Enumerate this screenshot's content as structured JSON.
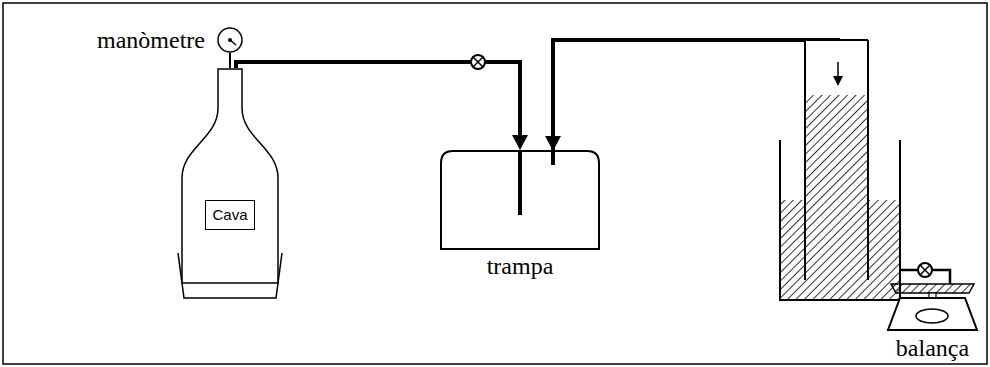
{
  "diagram": {
    "nodes": [
      {
        "text": [
          "manòmetre"
        ]
      },
      {
        "text": [
          "Cava"
        ]
      },
      {
        "text": [
          "trampa"
        ]
      },
      {
        "text": [
          "balança"
        ]
      }
    ],
    "edges": [
      {
        "from": 0,
        "to": 1,
        "arrow": "none"
      },
      {
        "from": 1,
        "to": 2,
        "arrow": "to"
      }
    ]
  }
}
